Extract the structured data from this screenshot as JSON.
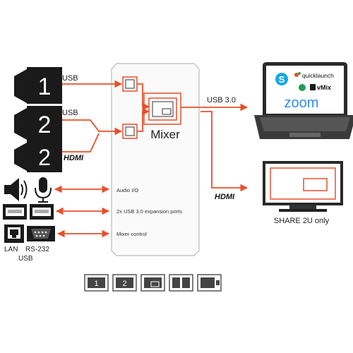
{
  "inputs": {
    "cam1_number": "1",
    "cam1_label": "USB",
    "cam2_number": "2",
    "cam2_label": "USB",
    "cam3_number": "2",
    "cam3_label": "HDMI"
  },
  "device": {
    "mixer_label": "Mixer",
    "audio_io_label": "Audio I/O",
    "usb_ports_label": "2x USB 3.0 expansion ports",
    "mixer_control_label": "Mixer control"
  },
  "peripherals": {
    "lan_label": "LAN",
    "rs232_label": "RS-232",
    "usb_label": "USB"
  },
  "outputs": {
    "usb3_label": "USB 3.0",
    "hdmi_label": "HDMI",
    "monitor_caption": "SHARE 2U only",
    "laptop_apps": {
      "skype": "S",
      "quicklaunch": "quicklaunch",
      "vmix": "vMix",
      "zoom": "zoom"
    }
  },
  "modes": [
    "1",
    "2",
    "",
    "",
    ""
  ],
  "colors": {
    "accent": "#e8502a",
    "dark": "#1a1a1a"
  }
}
